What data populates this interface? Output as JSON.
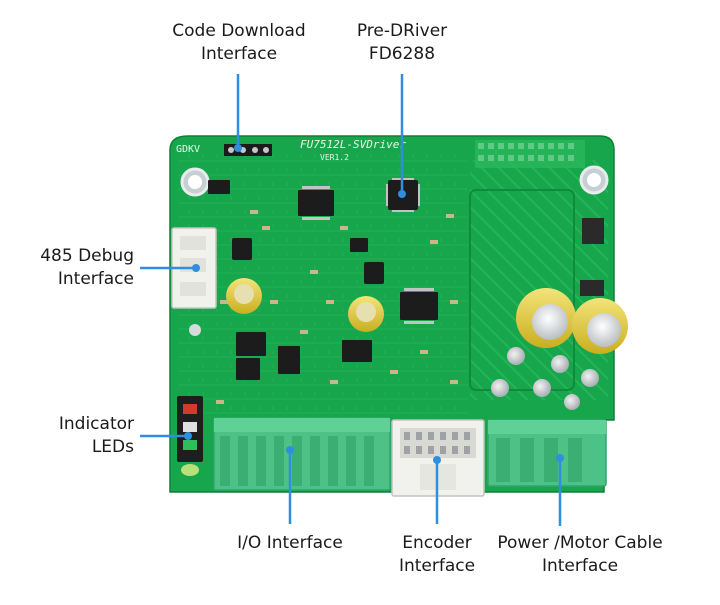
{
  "colors": {
    "pcb": "#17a64c",
    "pcb_dark": "#0f8a3e",
    "pcb_light": "#3dbb66",
    "callout": "#2e8ee0",
    "connector_green": "#4cc286",
    "connector_white": "#f1f1ee",
    "capacitor_yellow": "#e9d23b",
    "ic_black": "#1c1c1c"
  },
  "labels": {
    "code_download": [
      "Code Download",
      "Interface"
    ],
    "pre_driver": [
      "Pre-DRiver",
      "FD6288"
    ],
    "debug_485": [
      "485 Debug",
      "Interface"
    ],
    "indicator_leds": [
      "Indicator",
      "LEDs"
    ],
    "io_interface": [
      "I/O Interface"
    ],
    "encoder": [
      "Encoder",
      "Interface"
    ],
    "power_motor": [
      "Power /Motor Cable",
      "Interface"
    ]
  },
  "silkscreen": {
    "brand": "GDKV",
    "board_name": "FU7512L-SVDriver",
    "version": "VER1.2"
  }
}
